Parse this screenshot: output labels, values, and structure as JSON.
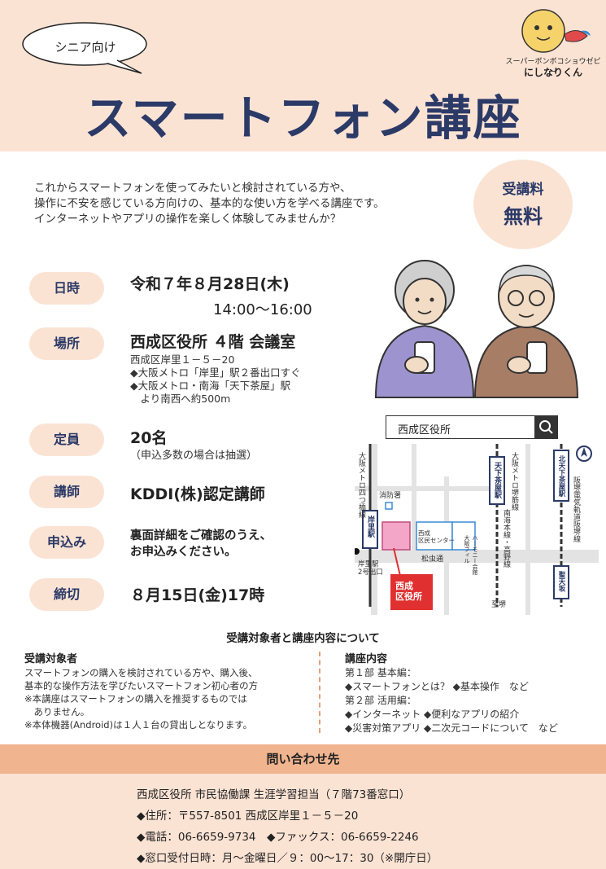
{
  "header": {
    "bubble": "シニア向け",
    "title": "スマートフォン講座",
    "mascot_caption": "スーパーボンボコショウゼピー",
    "mascot_name": "にしなりくん"
  },
  "intro": [
    "これからスマートフォンを使ってみたいと検討されている方や、",
    "操作に不安を感じている方向けの、基本的な使い方を学べる講座です。",
    "インターネットやアプリの操作を楽しく体験してみませんか？"
  ],
  "fee": {
    "line1": "受講料",
    "line2": "無料"
  },
  "details": {
    "date": {
      "label": "日時",
      "value": "令和７年８月28日(木)",
      "time": "14:00〜16:00"
    },
    "place": {
      "label": "場所",
      "value": "西成区役所 ４階 会議室",
      "notes": [
        "西成区岸里１－５－20",
        "◆大阪メトロ「岸里」駅２番出口すぐ",
        "◆大阪メトロ・南海「天下茶屋」駅",
        "　より南西へ約500m"
      ]
    },
    "capacity": {
      "label": "定員",
      "value": "20名",
      "note": "（申込多数の場合は抽選）"
    },
    "lecturer": {
      "label": "講師",
      "value": "KDDI(株)認定講師"
    },
    "apply": {
      "label": "申込み",
      "lines": [
        "裏面詳細をご確認のうえ、",
        "お申込みください。"
      ]
    },
    "deadline": {
      "label": "締切",
      "value": "８月15日(金)17時"
    }
  },
  "map": {
    "search_text": "西成区役所",
    "labels": {
      "line_yotsubashi": "大阪メトロ四つ橋線",
      "station_kishinosato": "岸里駅",
      "exit": "岸里駅\n2号出口",
      "fire": "消防署",
      "center": "西成\n区民センター",
      "harmony": "大阪フィル\nハーモニー会館",
      "matsumushi": "松虫通",
      "office": "西成\n区役所",
      "tengachaya": "天下茶屋駅",
      "sakaisuji": "大阪メトロ堺筋線",
      "nankai": "南海本線・高野線",
      "shiten": "至堺",
      "kita_tengachaya": "北天下茶屋駅",
      "hankai": "阪堺電気軌道阪堺線",
      "seitenzaka": "聖天坂"
    }
  },
  "section_title": "受講対象者と講座内容について",
  "target": {
    "heading": "受講対象者",
    "lines": [
      "スマートフォンの購入を検討されている方や、購入後、",
      "基本的な操作方法を学びたいスマートフォン初心者の方",
      "※本講座はスマートフォンの購入を推奨するものでは",
      "　ありません。",
      "※本体機器(Android)は１人１台の貸出しとなります。"
    ]
  },
  "content": {
    "heading": "講座内容",
    "lines": [
      "第１部 基本編：",
      "◆スマートフォンとは？ ◆基本操作　など",
      "第２部 活用編：",
      "◆インターネット ◆便利なアプリの紹介",
      "◆災害対策アプリ ◆二次元コードについて　など"
    ]
  },
  "contact": {
    "title": "問い合わせ先",
    "dept": "西成区役所 市民協働課 生涯学習担当（７階73番窓口）",
    "address": "◆住所：〒557-8501 西成区岸里１－５－20",
    "phone": "◆電話：06-6659-9734　◆ファックス：06-6659-2246",
    "hours": "◆窓口受付日時：月〜金曜日／９：00〜17：30（※開庁日）"
  }
}
